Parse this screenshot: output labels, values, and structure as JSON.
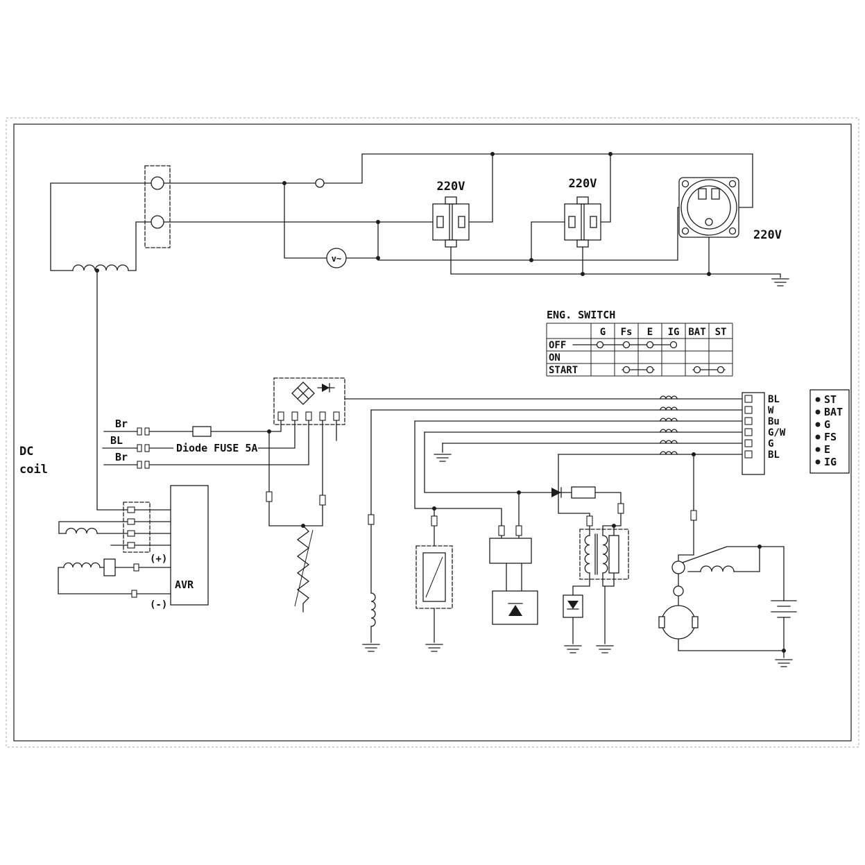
{
  "labels": {
    "dc_coil": [
      "DC",
      "coil"
    ],
    "outlets": [
      "220V",
      "220V",
      "220V"
    ],
    "voltmeter": "v~",
    "phase_wires": [
      "Br",
      "BL",
      "Br"
    ],
    "diode_fuse": "Diode FUSE 5A",
    "avr": "AVR",
    "plus": "(+)",
    "minus": "(-)"
  },
  "eng_switch": {
    "title": "ENG. SWITCH",
    "columns": [
      "G",
      "Fs",
      "E",
      "IG",
      "BAT",
      "ST"
    ],
    "rows": [
      "OFF",
      "ON",
      "START"
    ]
  },
  "connectors": {
    "loom_labels": [
      "BL",
      "W",
      "Bu",
      "G/W",
      "G",
      "BL"
    ],
    "pin_labels": [
      "ST",
      "BAT",
      "G",
      "FS",
      "E",
      "IG"
    ]
  }
}
